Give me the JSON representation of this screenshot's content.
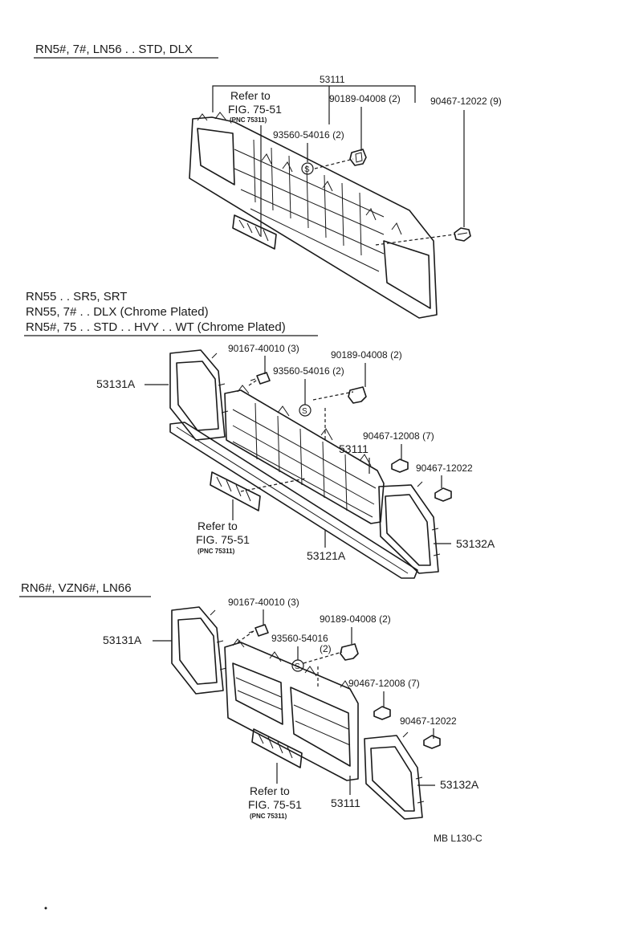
{
  "section1": {
    "header": "RN5#, 7#, LN56 . . STD, DLX",
    "pn_53111": "53111",
    "pn_90189": "90189-04008 (2)",
    "pn_90467_9": "90467-12022 (9)",
    "pn_93560": "93560-54016 (2)",
    "ref_line1": "Refer to",
    "ref_line2": "FIG. 75-51",
    "ref_pnc": "(PNC 75311)"
  },
  "section2": {
    "header_line1": "RN55 . . SR5, SRT",
    "header_line2": "RN55, 7# . . DLX (Chrome Plated)",
    "header_line3": "RN5#, 75 . . STD . . HVY . . WT (Chrome Plated)",
    "pn_90167": "90167-40010 (3)",
    "pn_90189": "90189-04008 (2)",
    "pn_93560": "93560-54016 (2)",
    "pn_53131A": "53131A",
    "pn_90467_7": "90467-12008 (7)",
    "pn_53111": "53111",
    "pn_90467": "90467-12022",
    "pn_53132A": "53132A",
    "pn_53121A": "53121A",
    "ref_line1": "Refer to",
    "ref_line2": "FIG. 75-51",
    "ref_pnc": "(PNC 75311)"
  },
  "section3": {
    "header": "RN6#, VZN6#, LN66",
    "pn_90167": "90167-40010 (3)",
    "pn_90189": "90189-04008 (2)",
    "pn_93560": "93560-54016",
    "pn_93560_qty": "(2)",
    "pn_53131A": "53131A",
    "pn_90467_7": "90467-12008 (7)",
    "pn_90467": "90467-12022",
    "pn_53132A": "53132A",
    "pn_53111": "53111",
    "ref_line1": "Refer to",
    "ref_line2": "FIG. 75-51",
    "ref_pnc": "(PNC 75311)"
  },
  "symbol_s": "S",
  "footer_code": "MB  L130-C"
}
